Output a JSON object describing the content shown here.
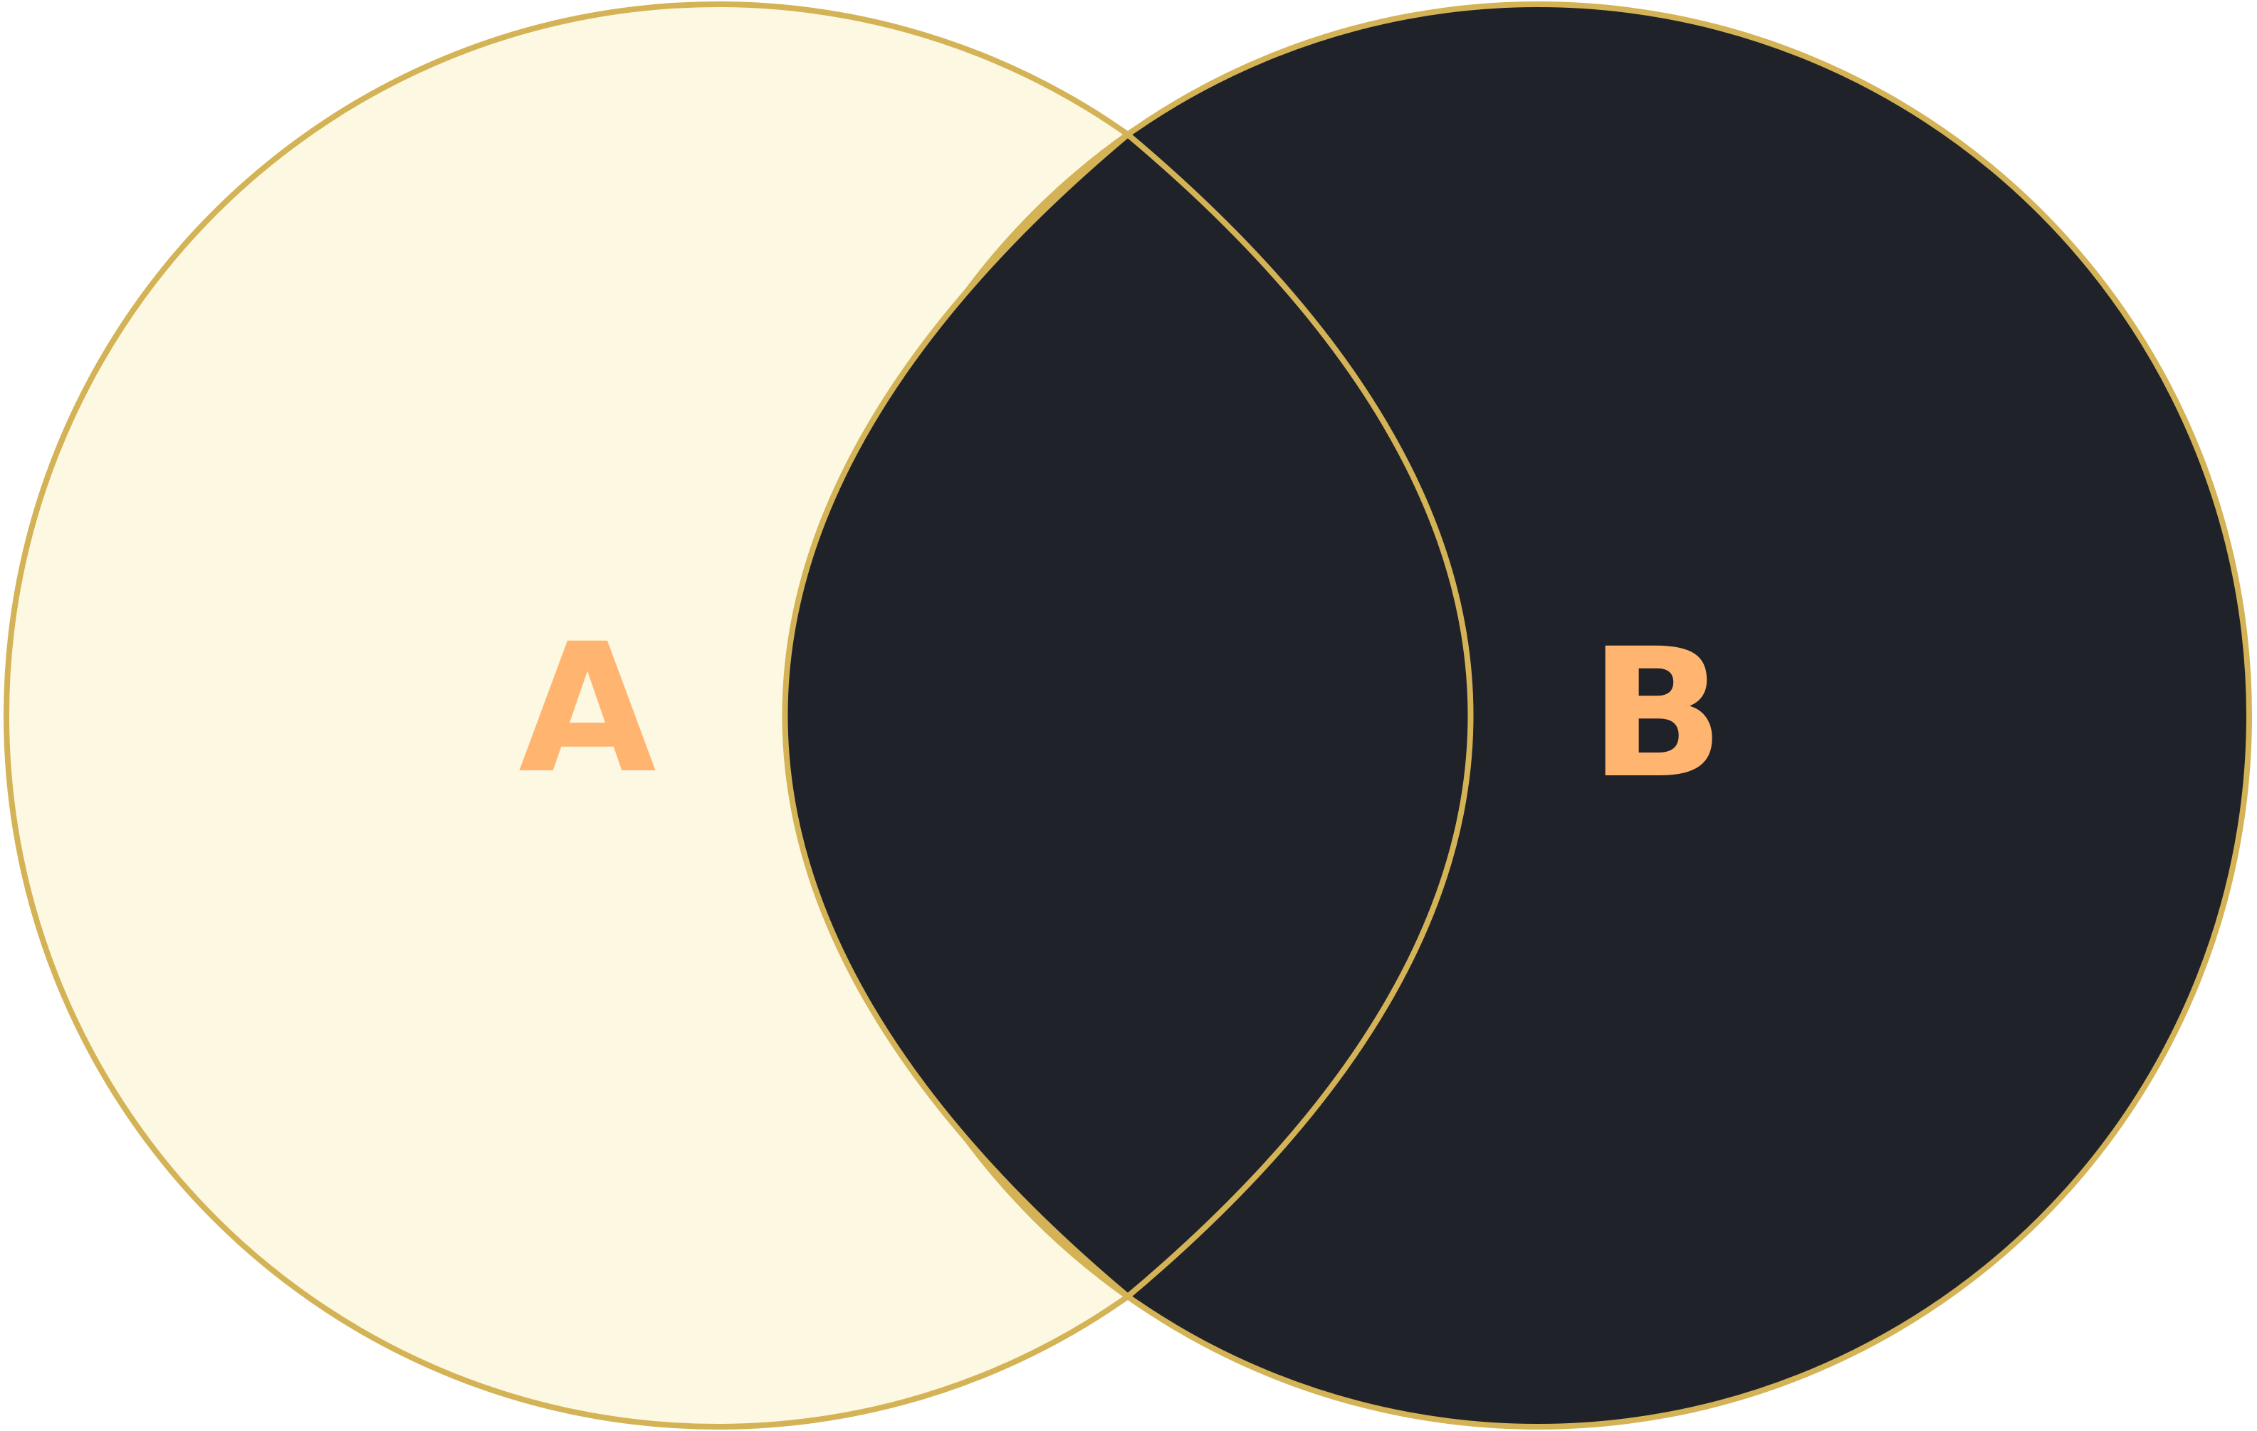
{
  "diagram": {
    "type": "venn",
    "sets": [
      {
        "label": "A",
        "fill": "#fdf8e2",
        "shaded": false
      },
      {
        "label": "B",
        "fill": "#202229",
        "shaded": true
      }
    ],
    "intersection": {
      "fill": "#202229",
      "shaded": true
    },
    "colors": {
      "outline": "#d4b356",
      "label": "#ffb570",
      "unshaded": "#fdf8e2",
      "shaded": "#202229"
    }
  }
}
